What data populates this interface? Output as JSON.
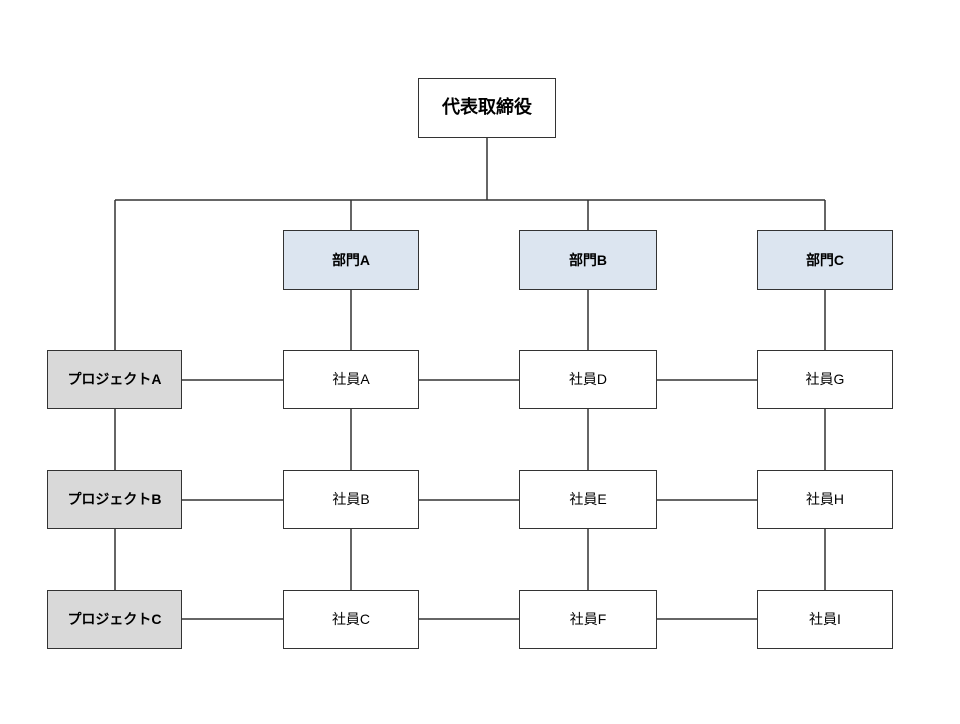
{
  "colors": {
    "department_fill": "#dce5f0",
    "project_fill": "#d9d9d9",
    "employee_fill": "#ffffff",
    "line": "#333333",
    "text": "#000000",
    "background": "#ffffff"
  },
  "diagram": {
    "type": "matrix-org-chart",
    "ceo_label": "代表取締役",
    "departments": [
      "部門A",
      "部門B",
      "部門C"
    ],
    "projects": [
      "プロジェクトA",
      "プロジェクトB",
      "プロジェクトC"
    ],
    "employees_rows": [
      [
        "社員A",
        "社員D",
        "社員G"
      ],
      [
        "社員B",
        "社員E",
        "社員H"
      ],
      [
        "社員C",
        "社員F",
        "社員I"
      ]
    ]
  }
}
